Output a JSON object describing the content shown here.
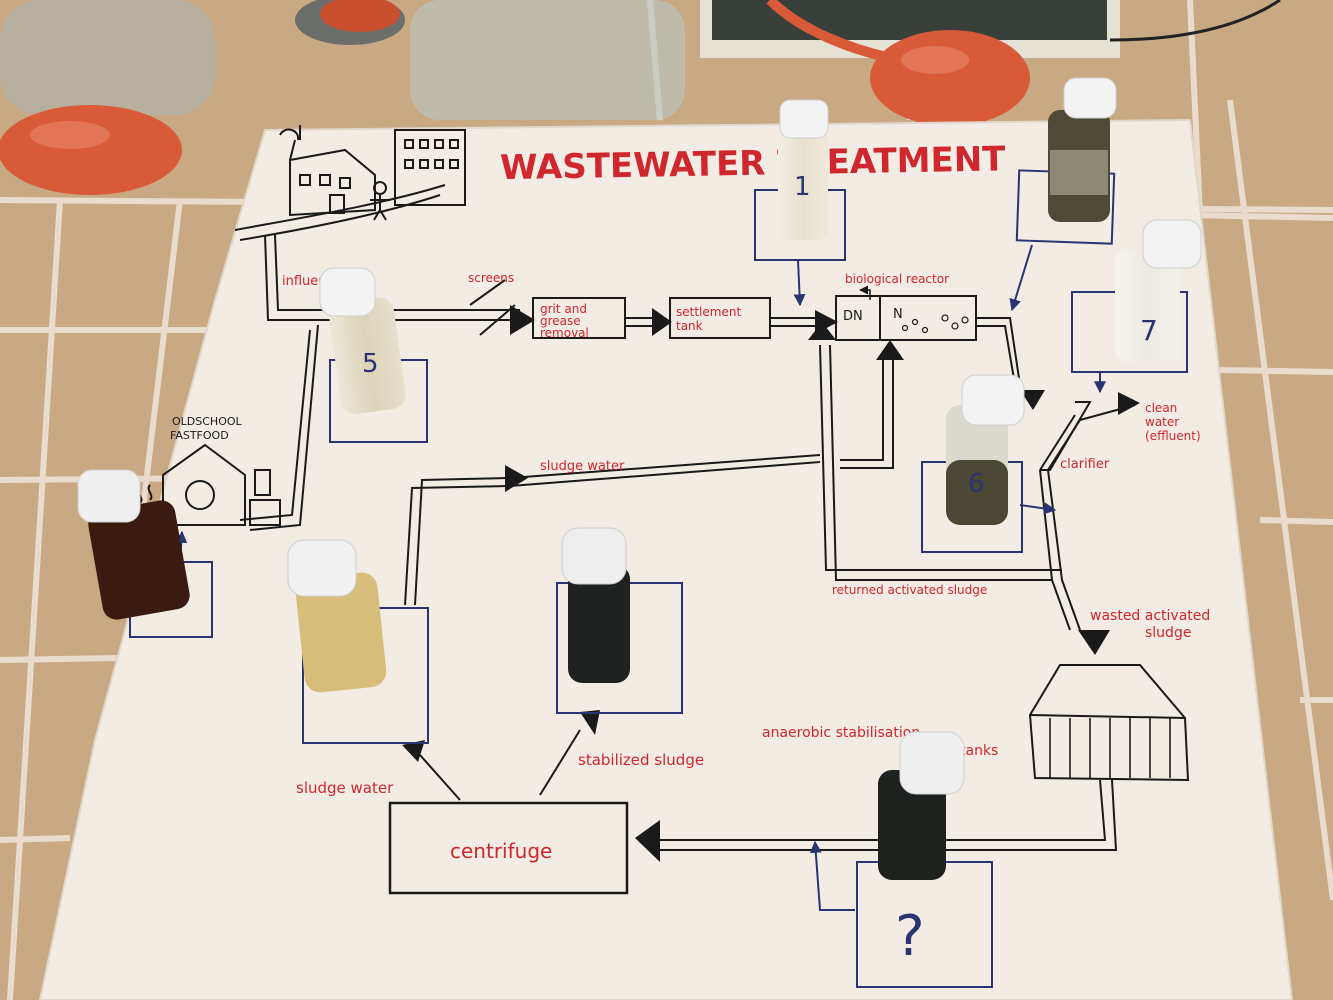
{
  "poster": {
    "title": "WASTEWATER TREATMENT",
    "labels": {
      "influent": "influent",
      "screens": "screens",
      "grit_line1": "grit and",
      "grit_line2": "grease",
      "grit_line3": "removal",
      "settlement_line1": "settlement",
      "settlement_line2": "tank",
      "biological_reactor": "biological reactor",
      "dn": "DN",
      "n": "N",
      "clarifier": "clarifier",
      "clean_water_line1": "clean",
      "clean_water_line2": "water",
      "clean_water_line3": "(effluent)",
      "sludge_water_top": "sludge water",
      "returned_activated_sludge": "returned activated sludge",
      "wasted_line1": "wasted activated",
      "wasted_line2": "sludge",
      "anaerobic_line1": "anaerobic stabilisation",
      "anaerobic_line2": "tanks",
      "centrifuge": "centrifuge",
      "sludge_water_bottom": "sludge water",
      "stabilized_sludge": "stabilized sludge",
      "fastfood_line1": "OLDSCHOOL",
      "fastfood_line2": "FASTFOOD"
    },
    "vials": {
      "v1": "1",
      "v5": "5",
      "v6": "6",
      "v7": "7",
      "vq": "?"
    }
  },
  "colors": {
    "ink_red": "#d0262e",
    "ink_blue": "#2a3470",
    "ink_black": "#1a1a1a",
    "paper": "#f2ece4",
    "tile": "#c9a884",
    "bulb": "#d85a38"
  }
}
